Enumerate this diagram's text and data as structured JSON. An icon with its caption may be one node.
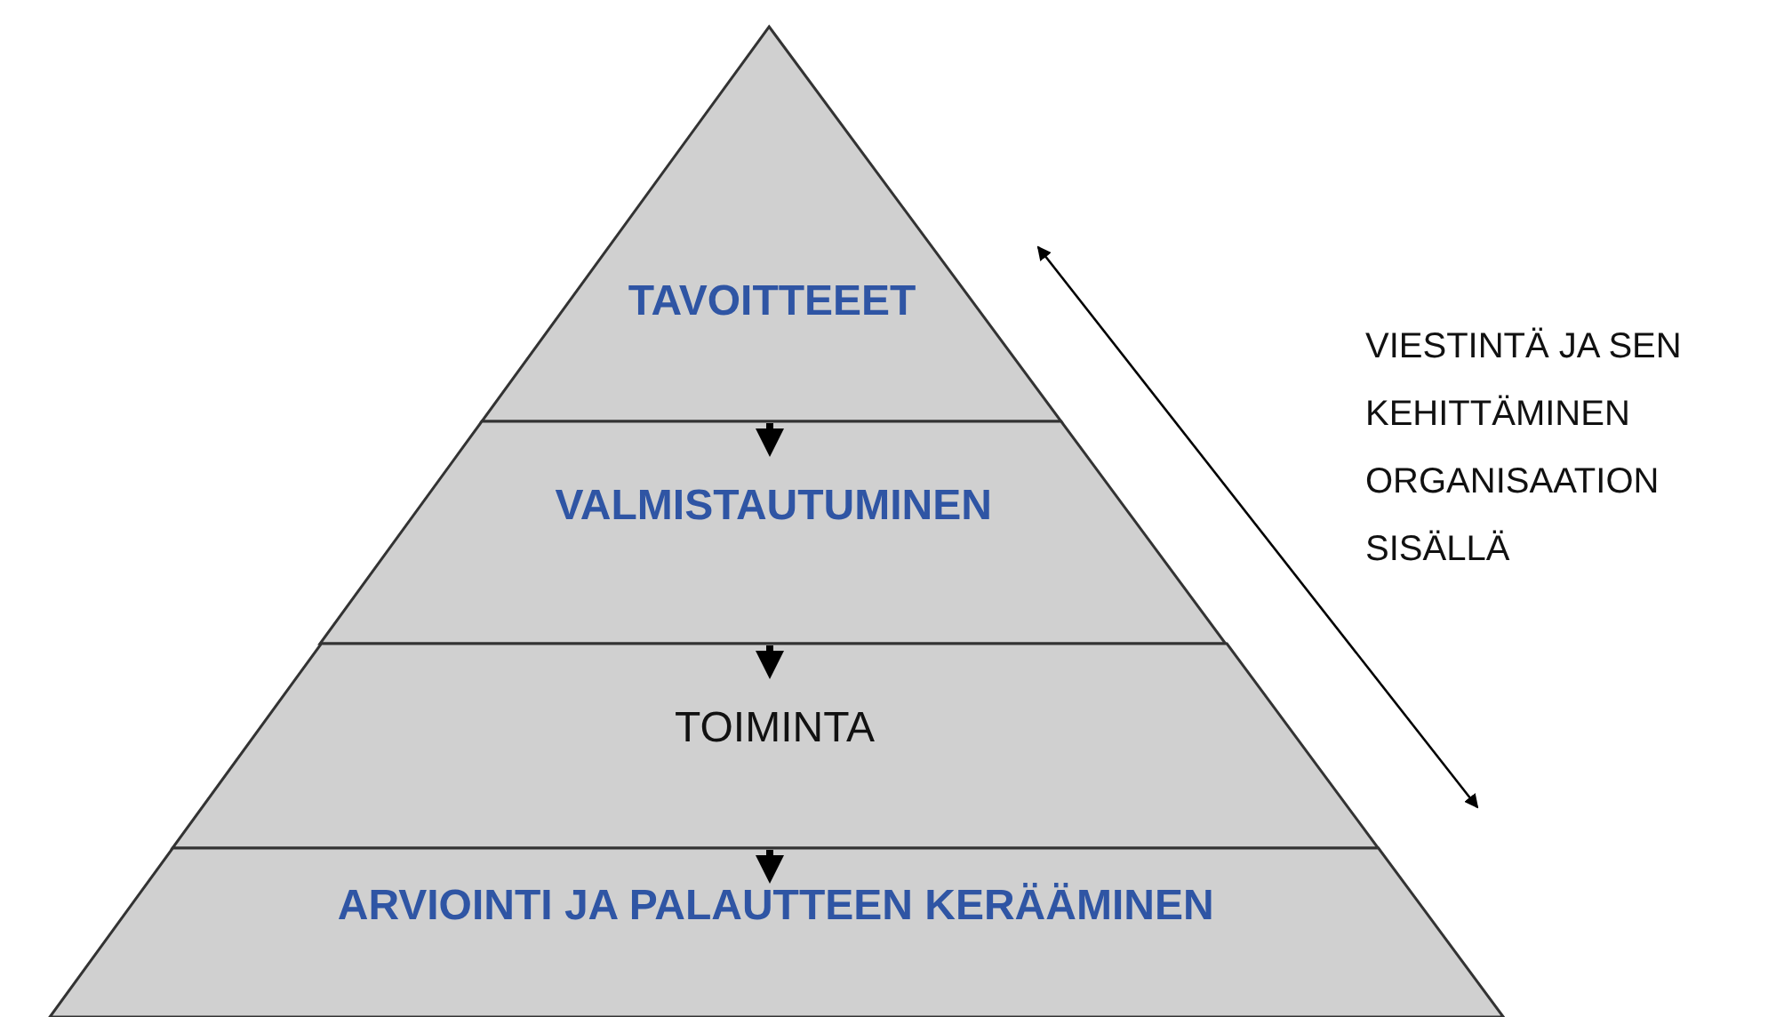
{
  "diagram": {
    "nodes": [
      {
        "text": [
          "TAVOITTEEET"
        ]
      },
      {
        "text": [
          "VALMISTAUTUMINEN"
        ]
      },
      {
        "text": [
          "TOIMINTA"
        ]
      },
      {
        "text": [
          "ARVIOINTI JA PALAUTTEEN KERÄÄMINEN"
        ]
      }
    ],
    "edges": [
      {
        "from": 0,
        "to": 1,
        "arrow": "to"
      },
      {
        "from": 1,
        "to": 2,
        "arrow": "to"
      },
      {
        "from": 2,
        "to": 3,
        "arrow": "to"
      }
    ],
    "labels": [
      "VIESTINTÄ JA SEN KEHITTÄMINEN ORGANISAATION SISÄLLÄ"
    ]
  }
}
